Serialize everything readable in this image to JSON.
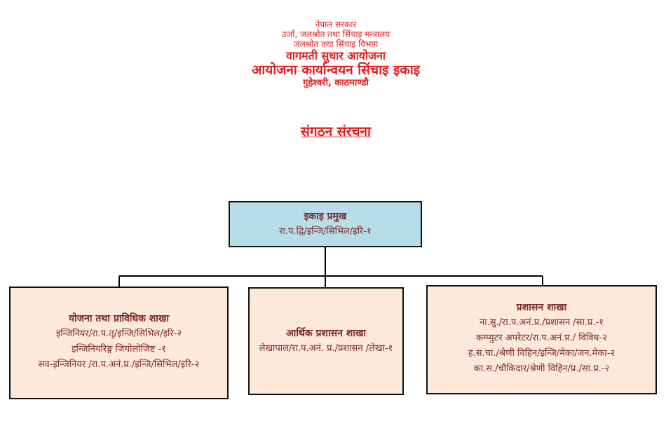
{
  "header": {
    "line1": "नेपाल सरकार",
    "line2": "उर्जा, जलश्रोत तथा सिंचाइ मन्त्रालय",
    "line3": "जलश्रोत तथा सिंचाइ विभाग",
    "line4": "वागमती सुधार आयोजना",
    "line5": "आयोजना कार्यान्वयन सिंचाइ इकाइ",
    "line6": "गुहेश्वरी, काठमाण्डौ"
  },
  "title": "संगठन संरचना",
  "top_node": {
    "heading": "इकाइ प्रमुख",
    "lines": [
      "रा.प.द्वि/इन्जि/सिभिल/इरि-१"
    ]
  },
  "branches": [
    {
      "heading": "योजना तथा प्राविधिक शाखा",
      "lines": [
        "इन्जिनियर/रा.प.तृ/इन्जि/सिभिल/इरि-२",
        "इन्जिनियरिङ्ग जियोलोजिष्ट -१",
        "सव-इन्जिनियर /रा.प.अनं.प्र./इन्जि/सिभिल/इरि-२"
      ]
    },
    {
      "heading": "आर्थिक प्रशासन शाखा",
      "lines": [
        "लेखापाल/रा.प.अनं. प्र./प्रशासन   /लेखा-१"
      ]
    },
    {
      "heading": "प्रशासन शाखा",
      "lines": [
        "ना.सु./रा.प.अनं.प्र./प्रशासन  /सा.प्र.-१",
        "कम्प्युटर अपरेटर/रा.प.अनं.प्र./  विविध-२",
        "ह.स.चा./श्रेणी विहिन/इन्जि/मेका/जन.मेका-२",
        "का.स./चौकिदार/श्रेणी विहिन/प्र./सा.प्र.-२"
      ]
    }
  ],
  "colors": {
    "header_text": "#e31b1b",
    "box_text": "#7b2a27",
    "top_fill": "#b7dde8",
    "branch_fill": "#fde9d9"
  }
}
